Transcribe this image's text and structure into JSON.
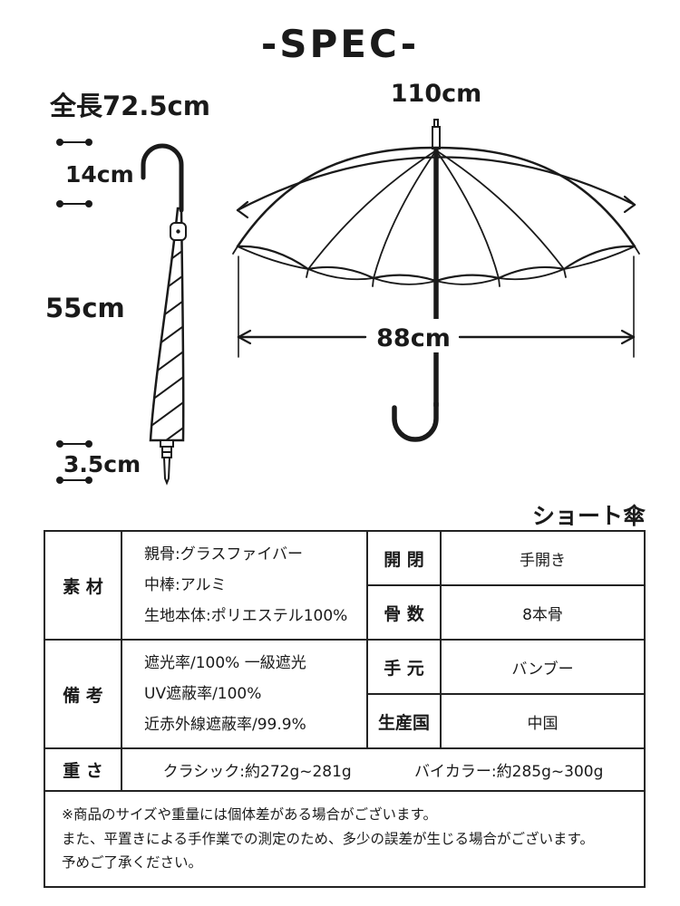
{
  "title": "-SPEC-",
  "closed_umbrella": {
    "total_length": "全長72.5cm",
    "handle_length": "14cm",
    "body_length": "55cm",
    "tip_length": "3.5cm"
  },
  "open_umbrella": {
    "arc_width": "110cm",
    "open_diameter": "88cm"
  },
  "type_label": "ショート傘",
  "spec_table": {
    "material_label": "素 材",
    "material_lines": [
      "親骨:グラスファイバー",
      "中棒:アルミ",
      "生地本体:ポリエステル100%"
    ],
    "open_close_label": "開 閉",
    "open_close_value": "手開き",
    "ribs_label": "骨 数",
    "ribs_value": "8本骨",
    "notes_label": "備 考",
    "notes_lines": [
      "遮光率/100% 一級遮光",
      "UV遮蔽率/100%",
      "近赤外線遮蔽率/99.9%"
    ],
    "handle_label": "手 元",
    "handle_value": "バンブー",
    "country_label": "生産国",
    "country_value": "中国",
    "weight_label": "重 さ",
    "weight_classic": "クラシック:約272g~281g",
    "weight_bicolor": "バイカラー:約285g~300g",
    "disclaimer_lines": [
      "※商品のサイズや重量には個体差がある場合がございます。",
      "また、平置きによる手作業での測定のため、多少の誤差が生じる場合がございます。",
      "予めご了承ください。"
    ]
  },
  "colors": {
    "ink": "#1a1a1a",
    "border": "#222222",
    "background": "#ffffff"
  }
}
